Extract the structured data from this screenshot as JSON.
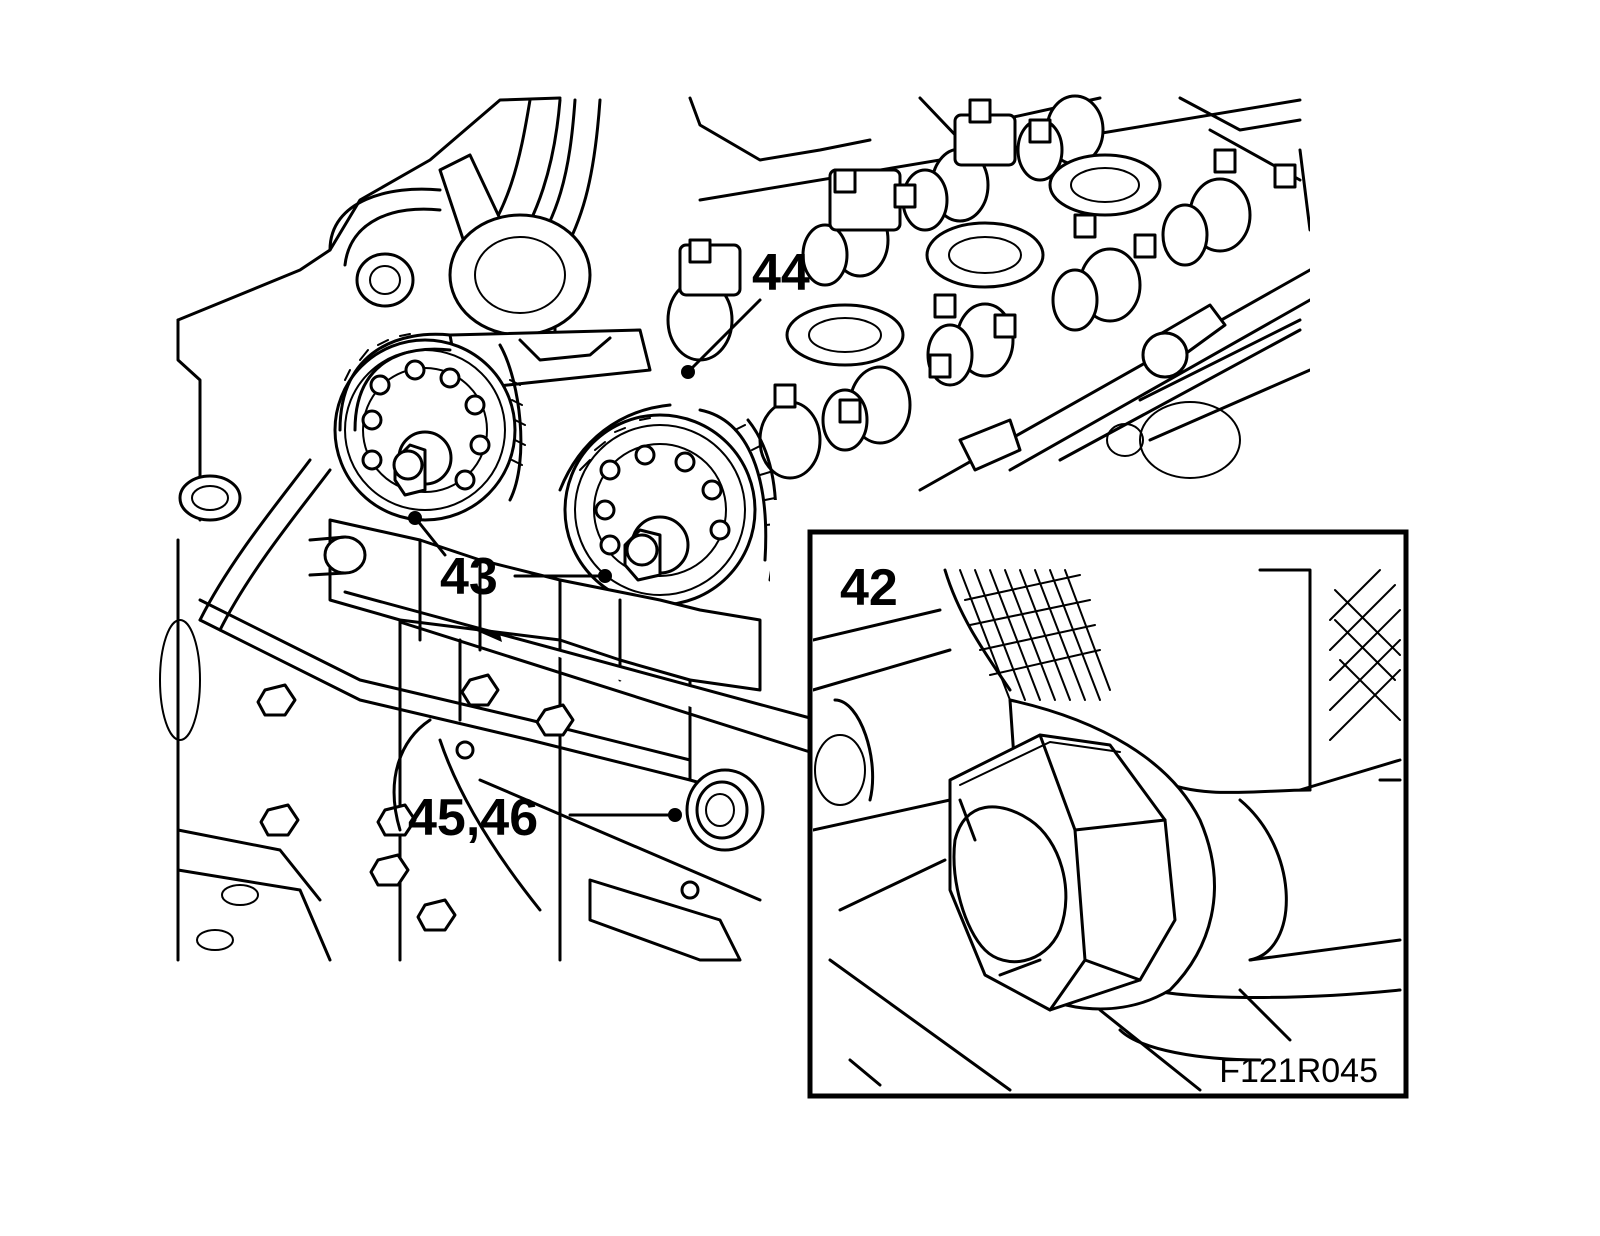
{
  "callouts": {
    "c44": "44",
    "c43": "43",
    "c4546": "45,46",
    "c42": "42"
  },
  "figure_code": "F121R045",
  "colors": {
    "ink": "#000000",
    "paper": "#ffffff"
  }
}
